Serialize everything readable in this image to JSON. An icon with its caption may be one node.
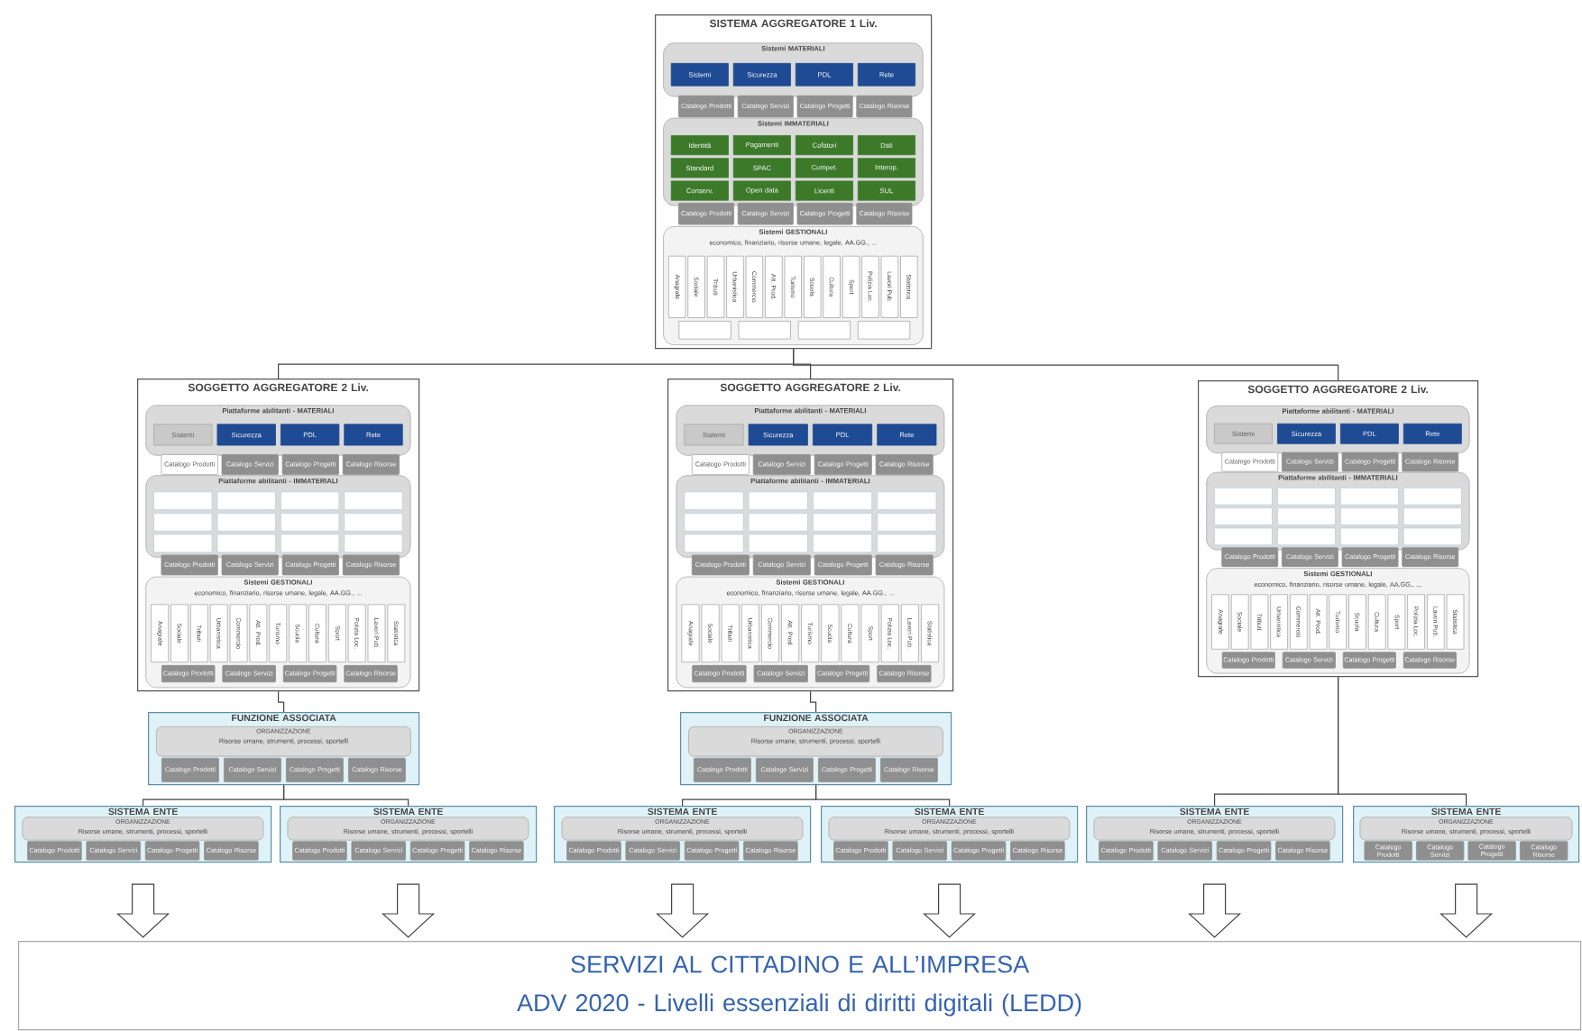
{
  "diagram": {
    "nodes": [
      {
        "text": [
          "SISTEMA AGGREGATORE 1 Liv."
        ]
      },
      {
        "text": [
          "Sistemi MATERIALI"
        ],
        "in": 0
      },
      {
        "text": [
          "Sistemi"
        ],
        "in": 1
      },
      {
        "text": [
          "Sicurezza"
        ],
        "in": 1
      },
      {
        "text": [
          "PDL"
        ],
        "in": 1
      },
      {
        "text": [
          "Rete"
        ],
        "in": 1
      },
      {
        "text": [
          "Catalogo Prodotti"
        ],
        "in": 0
      },
      {
        "text": [
          "Catalogo Servizi"
        ],
        "in": 0
      },
      {
        "text": [
          "Catalogo Progetti"
        ],
        "in": 0
      },
      {
        "text": [
          "Catalogo Risorse"
        ],
        "in": 0
      },
      {
        "text": [
          "Sistemi IMMATERIALI"
        ],
        "in": 0
      },
      {
        "text": [
          "Identità"
        ],
        "in": 10
      },
      {
        "text": [
          "Pagamenti"
        ],
        "in": 10
      },
      {
        "text": [
          "Cofatori"
        ],
        "in": 10
      },
      {
        "text": [
          "Dati"
        ],
        "in": 10
      },
      {
        "text": [
          "Standard"
        ],
        "in": 10
      },
      {
        "text": [
          "SPAC"
        ],
        "in": 10
      },
      {
        "text": [
          "Compet."
        ],
        "in": 10
      },
      {
        "text": [
          "Interop."
        ],
        "in": 10
      },
      {
        "text": [
          "Conserv."
        ],
        "in": 10
      },
      {
        "text": [
          "Open data"
        ],
        "in": 10
      },
      {
        "text": [
          "Licenti"
        ],
        "in": 10
      },
      {
        "text": [
          "SUL"
        ],
        "in": 10
      },
      {
        "text": [
          "Catalogo Prodotti"
        ],
        "in": 0
      },
      {
        "text": [
          "Catalogo Servizi"
        ],
        "in": 0
      },
      {
        "text": [
          "Catalogo Progetti"
        ],
        "in": 0
      },
      {
        "text": [
          "Catalogo Risorse"
        ],
        "in": 0
      },
      {
        "text": [
          "Sistemi GESTIONALI",
          "economico, finanziario, risorse umane, legale, AA.GG., ..."
        ],
        "in": 0
      },
      {
        "text": [
          "Anagrafe"
        ],
        "in": 27
      },
      {
        "text": [
          "Sociale"
        ],
        "in": 27
      },
      {
        "text": [
          "Tributi"
        ],
        "in": 27
      },
      {
        "text": [
          "Urbanistica"
        ],
        "in": 27
      },
      {
        "text": [
          "Commercio"
        ],
        "in": 27
      },
      {
        "text": [
          "Att. Prod."
        ],
        "in": 27
      },
      {
        "text": [
          "Turismo"
        ],
        "in": 27
      },
      {
        "text": [
          "Scuola"
        ],
        "in": 27
      },
      {
        "text": [
          "Cultura"
        ],
        "in": 27
      },
      {
        "text": [
          "Sport"
        ],
        "in": 27
      },
      {
        "text": [
          "Polizia Loc."
        ],
        "in": 27
      },
      {
        "text": [
          "Lavori Pub."
        ],
        "in": 27
      },
      {
        "text": [
          "Statistica"
        ],
        "in": 27
      },
      {
        "text": [],
        "shape": "box",
        "in": 27
      },
      {
        "text": [],
        "shape": "box",
        "in": 27
      },
      {
        "text": [],
        "shape": "box",
        "in": 27
      },
      {
        "text": [],
        "shape": "box",
        "in": 27
      },
      {
        "text": [
          "SOGGETTO AGGREGATORE 2 Liv."
        ]
      },
      {
        "text": [
          "Piattaforme abilitanti - MATERIALI"
        ],
        "in": 45
      },
      {
        "text": [
          "Sistemi"
        ],
        "in": 46
      },
      {
        "text": [
          "Sicurezza"
        ],
        "in": 46
      },
      {
        "text": [
          "PDL"
        ],
        "in": 46
      },
      {
        "text": [
          "Rete"
        ],
        "in": 46
      },
      {
        "text": [
          "Catalogo Prodotti"
        ],
        "in": 45
      },
      {
        "text": [
          "Catalogo Servizi"
        ],
        "in": 45
      },
      {
        "text": [
          "Catalogo Progetti"
        ],
        "in": 45
      },
      {
        "text": [
          "Catalogo Risorse"
        ],
        "in": 45
      },
      {
        "text": [
          "Piattaforme abilitanti - IMMATERIALI"
        ],
        "in": 45
      },
      {
        "text": [],
        "shape": "box",
        "in": 55
      },
      {
        "text": [],
        "shape": "box",
        "in": 55
      },
      {
        "text": [],
        "shape": "box",
        "in": 55
      },
      {
        "text": [],
        "shape": "box",
        "in": 55
      },
      {
        "text": [],
        "shape": "box",
        "in": 55
      },
      {
        "text": [],
        "shape": "box",
        "in": 55
      },
      {
        "text": [],
        "shape": "box",
        "in": 55
      },
      {
        "text": [],
        "shape": "box",
        "in": 55
      },
      {
        "text": [],
        "shape": "box",
        "in": 55
      },
      {
        "text": [],
        "shape": "box",
        "in": 55
      },
      {
        "text": [],
        "shape": "box",
        "in": 55
      },
      {
        "text": [],
        "shape": "box",
        "in": 55
      },
      {
        "text": [
          "Catalogo Prodotti"
        ],
        "in": 45
      },
      {
        "text": [
          "Catalogo Servizi"
        ],
        "in": 45
      },
      {
        "text": [
          "Catalogo Progetti"
        ],
        "in": 45
      },
      {
        "text": [
          "Catalogo Risorse"
        ],
        "in": 45
      },
      {
        "text": [
          "Sistemi GESTIONALI",
          "economico, finanziario, risorse umane, legale, AA.GG., ..."
        ],
        "in": 45
      },
      {
        "text": [
          "Anagrafe"
        ],
        "in": 72
      },
      {
        "text": [
          "Sociale"
        ],
        "in": 72
      },
      {
        "text": [
          "Tributi"
        ],
        "in": 72
      },
      {
        "text": [
          "Urbanistica"
        ],
        "in": 72
      },
      {
        "text": [
          "Commercio"
        ],
        "in": 72
      },
      {
        "text": [
          "Att. Prod."
        ],
        "in": 72
      },
      {
        "text": [
          "Turismo"
        ],
        "in": 72
      },
      {
        "text": [
          "Scuola"
        ],
        "in": 72
      },
      {
        "text": [
          "Cultura"
        ],
        "in": 72
      },
      {
        "text": [
          "Sport"
        ],
        "in": 72
      },
      {
        "text": [
          "Polizia Loc."
        ],
        "in": 72
      },
      {
        "text": [
          "Lavori Pub."
        ],
        "in": 72
      },
      {
        "text": [
          "Statistica"
        ],
        "in": 72
      },
      {
        "text": [
          "Catalogo Prodotti"
        ],
        "in": 72
      },
      {
        "text": [
          "Catalogo Servizi"
        ],
        "in": 72
      },
      {
        "text": [
          "Catalogo Progetti"
        ],
        "in": 72
      },
      {
        "text": [
          "Catalogo Risorse"
        ],
        "in": 72
      },
      {
        "text": [
          "SOGGETTO AGGREGATORE 2 Liv."
        ]
      },
      {
        "text": [
          "Piattaforme abilitanti - MATERIALI"
        ],
        "in": 90
      },
      {
        "text": [
          "Sistemi"
        ],
        "in": 91
      },
      {
        "text": [
          "Sicurezza"
        ],
        "in": 91
      },
      {
        "text": [
          "PDL"
        ],
        "in": 91
      },
      {
        "text": [
          "Rete"
        ],
        "in": 91
      },
      {
        "text": [
          "Catalogo Prodotti"
        ],
        "in": 90
      },
      {
        "text": [
          "Catalogo Servizi"
        ],
        "in": 90
      },
      {
        "text": [
          "Catalogo Progetti"
        ],
        "in": 90
      },
      {
        "text": [
          "Catalogo Risorse"
        ],
        "in": 90
      },
      {
        "text": [
          "Piattaforme abilitanti - IMMATERIALI"
        ],
        "in": 90
      },
      {
        "text": [],
        "shape": "box",
        "in": 100
      },
      {
        "text": [],
        "shape": "box",
        "in": 100
      },
      {
        "text": [],
        "shape": "box",
        "in": 100
      },
      {
        "text": [],
        "shape": "box",
        "in": 100
      },
      {
        "text": [],
        "shape": "box",
        "in": 100
      },
      {
        "text": [],
        "shape": "box",
        "in": 100
      },
      {
        "text": [],
        "shape": "box",
        "in": 100
      },
      {
        "text": [],
        "shape": "box",
        "in": 100
      },
      {
        "text": [],
        "shape": "box",
        "in": 100
      },
      {
        "text": [],
        "shape": "box",
        "in": 100
      },
      {
        "text": [],
        "shape": "box",
        "in": 100
      },
      {
        "text": [],
        "shape": "box",
        "in": 100
      },
      {
        "text": [
          "Catalogo Prodotti"
        ],
        "in": 90
      },
      {
        "text": [
          "Catalogo Servizi"
        ],
        "in": 90
      },
      {
        "text": [
          "Catalogo Progetti"
        ],
        "in": 90
      },
      {
        "text": [
          "Catalogo Risorse"
        ],
        "in": 90
      },
      {
        "text": [
          "Sistemi GESTIONALI",
          "economico, finanziario, risorse umane, legale, AA.GG., ..."
        ],
        "in": 90
      },
      {
        "text": [
          "Anagrafe"
        ],
        "in": 117
      },
      {
        "text": [
          "Sociale"
        ],
        "in": 117
      },
      {
        "text": [
          "Tributi"
        ],
        "in": 117
      },
      {
        "text": [
          "Urbanistica"
        ],
        "in": 117
      },
      {
        "text": [
          "Commercio"
        ],
        "in": 117
      },
      {
        "text": [
          "Att. Prod."
        ],
        "in": 117
      },
      {
        "text": [
          "Turismo"
        ],
        "in": 117
      },
      {
        "text": [
          "Scuola"
        ],
        "in": 117
      },
      {
        "text": [
          "Cultura"
        ],
        "in": 117
      },
      {
        "text": [
          "Sport"
        ],
        "in": 117
      },
      {
        "text": [
          "Polizia Loc."
        ],
        "in": 117
      },
      {
        "text": [
          "Lavori Pub."
        ],
        "in": 117
      },
      {
        "text": [
          "Statistica"
        ],
        "in": 117
      },
      {
        "text": [
          "Catalogo Prodotti"
        ],
        "in": 117
      },
      {
        "text": [
          "Catalogo Servizi"
        ],
        "in": 117
      },
      {
        "text": [
          "Catalogo Progetti"
        ],
        "in": 117
      },
      {
        "text": [
          "Catalogo Risorse"
        ],
        "in": 117
      },
      {
        "text": [
          "SOGGETTO AGGREGATORE 2 Liv."
        ]
      },
      {
        "text": [
          "Piattaforme abilitanti - MATERIALI"
        ],
        "in": 135
      },
      {
        "text": [
          "Sistemi"
        ],
        "in": 136
      },
      {
        "text": [
          "Sicurezza"
        ],
        "in": 136
      },
      {
        "text": [
          "PDL"
        ],
        "in": 136
      },
      {
        "text": [
          "Rete"
        ],
        "in": 136
      },
      {
        "text": [
          "Catalogo Prodotti"
        ],
        "in": 135
      },
      {
        "text": [
          "Catalogo Servizi"
        ],
        "in": 135
      },
      {
        "text": [
          "Catalogo Progetti"
        ],
        "in": 135
      },
      {
        "text": [
          "Catalogo Risorse"
        ],
        "in": 135
      },
      {
        "text": [
          "Piattaforme abilitanti - IMMATERIALI"
        ],
        "in": 135
      },
      {
        "text": [],
        "shape": "box",
        "in": 145
      },
      {
        "text": [],
        "shape": "box",
        "in": 145
      },
      {
        "text": [],
        "shape": "box",
        "in": 145
      },
      {
        "text": [],
        "shape": "box",
        "in": 145
      },
      {
        "text": [],
        "shape": "box",
        "in": 145
      },
      {
        "text": [],
        "shape": "box",
        "in": 145
      },
      {
        "text": [],
        "shape": "box",
        "in": 145
      },
      {
        "text": [],
        "shape": "box",
        "in": 145
      },
      {
        "text": [],
        "shape": "box",
        "in": 145
      },
      {
        "text": [],
        "shape": "box",
        "in": 145
      },
      {
        "text": [],
        "shape": "box",
        "in": 145
      },
      {
        "text": [],
        "shape": "box",
        "in": 145
      },
      {
        "text": [
          "Catalogo Prodotti"
        ],
        "in": 135
      },
      {
        "text": [
          "Catalogo Servizi"
        ],
        "in": 135
      },
      {
        "text": [
          "Catalogo Progetti"
        ],
        "in": 135
      },
      {
        "text": [
          "Catalogo Risorse"
        ],
        "in": 135
      },
      {
        "text": [
          "Sistemi GESTIONALI",
          "economico, finanziario, risorse umane, legale, AA.GG., ..."
        ],
        "in": 135
      },
      {
        "text": [
          "Anagrafe"
        ],
        "in": 162
      },
      {
        "text": [
          "Sociale"
        ],
        "in": 162
      },
      {
        "text": [
          "Tributi"
        ],
        "in": 162
      },
      {
        "text": [
          "Urbanistica"
        ],
        "in": 162
      },
      {
        "text": [
          "Commercio"
        ],
        "in": 162
      },
      {
        "text": [
          "Att. Prod."
        ],
        "in": 162
      },
      {
        "text": [
          "Turismo"
        ],
        "in": 162
      },
      {
        "text": [
          "Scuola"
        ],
        "in": 162
      },
      {
        "text": [
          "Cultura"
        ],
        "in": 162
      },
      {
        "text": [
          "Sport"
        ],
        "in": 162
      },
      {
        "text": [
          "Polizia Loc."
        ],
        "in": 162
      },
      {
        "text": [
          "Lavori Pub."
        ],
        "in": 162
      },
      {
        "text": [
          "Statistica"
        ],
        "in": 162
      },
      {
        "text": [
          "Catalogo Prodotti"
        ],
        "in": 162
      },
      {
        "text": [
          "Catalogo Servizi"
        ],
        "in": 162
      },
      {
        "text": [
          "Catalogo Progetti"
        ],
        "in": 162
      },
      {
        "text": [
          "Catalogo Risorse"
        ],
        "in": 162
      },
      {
        "text": [
          "FUNZIONE ASSOCIATA"
        ]
      },
      {
        "text": [
          "ORGANIZZAZIONE",
          "Risorse umane, strumenti, processi, sportelli"
        ],
        "in": 180
      },
      {
        "text": [
          "Catalogo Prodotti"
        ],
        "in": 180
      },
      {
        "text": [
          "Catalogo Servizi"
        ],
        "in": 180
      },
      {
        "text": [
          "Catalogo Progetti"
        ],
        "in": 180
      },
      {
        "text": [
          "Catalogo Risorse"
        ],
        "in": 180
      },
      {
        "text": [
          "FUNZIONE ASSOCIATA"
        ]
      },
      {
        "text": [
          "ORGANIZZAZIONE",
          "Risorse umane, strumenti, processi, sportelli"
        ],
        "in": 186
      },
      {
        "text": [
          "Catalogo Prodotti"
        ],
        "in": 186
      },
      {
        "text": [
          "Catalogo Servizi"
        ],
        "in": 186
      },
      {
        "text": [
          "Catalogo Progetti"
        ],
        "in": 186
      },
      {
        "text": [
          "Catalogo Risorse"
        ],
        "in": 186
      },
      {
        "text": [
          "SISTEMA ENTE"
        ]
      },
      {
        "text": [
          "ORGANIZZAZIONE",
          "Risorse umane, strumenti, processi, sportelli"
        ],
        "in": 192
      },
      {
        "text": [
          "Catalogo Prodotti"
        ],
        "in": 192
      },
      {
        "text": [
          "Catalogo Servizi"
        ],
        "in": 192
      },
      {
        "text": [
          "Catalogo Progetti"
        ],
        "in": 192
      },
      {
        "text": [
          "Catalogo Risorse"
        ],
        "in": 192
      },
      {
        "text": [
          "SISTEMA ENTE"
        ]
      },
      {
        "text": [
          "ORGANIZZAZIONE",
          "Risorse umane, strumenti, processi, sportelli"
        ],
        "in": 198
      },
      {
        "text": [
          "Catalogo Prodotti"
        ],
        "in": 198
      },
      {
        "text": [
          "Catalogo Servizi"
        ],
        "in": 198
      },
      {
        "text": [
          "Catalogo Progetti"
        ],
        "in": 198
      },
      {
        "text": [
          "Catalogo Risorse"
        ],
        "in": 198
      },
      {
        "text": [
          "SISTEMA ENTE"
        ]
      },
      {
        "text": [
          "ORGANIZZAZIONE",
          "Risorse umane, strumenti, processi, sportelli"
        ],
        "in": 204
      },
      {
        "text": [
          "Catalogo Prodotti"
        ],
        "in": 204
      },
      {
        "text": [
          "Catalogo Servizi"
        ],
        "in": 204
      },
      {
        "text": [
          "Catalogo Progetti"
        ],
        "in": 204
      },
      {
        "text": [
          "Catalogo Risorse"
        ],
        "in": 204
      },
      {
        "text": [
          "SISTEMA ENTE"
        ]
      },
      {
        "text": [
          "ORGANIZZAZIONE",
          "Risorse umane, strumenti, processi, sportelli"
        ],
        "in": 210
      },
      {
        "text": [
          "Catalogo Prodotti"
        ],
        "in": 210
      },
      {
        "text": [
          "Catalogo Servizi"
        ],
        "in": 210
      },
      {
        "text": [
          "Catalogo Progetti"
        ],
        "in": 210
      },
      {
        "text": [
          "Catalogo Risorse"
        ],
        "in": 210
      },
      {
        "text": [
          "SISTEMA ENTE"
        ]
      },
      {
        "text": [
          "ORGANIZZAZIONE",
          "Risorse umane, strumenti, processi, sportelli"
        ],
        "in": 216
      },
      {
        "text": [
          "Catalogo Prodotti"
        ],
        "in": 216
      },
      {
        "text": [
          "Catalogo Servizi"
        ],
        "in": 216
      },
      {
        "text": [
          "Catalogo Progetti"
        ],
        "in": 216
      },
      {
        "text": [
          "Catalogo Risorse"
        ],
        "in": 216
      },
      {
        "text": [
          "SISTEMA ENTE"
        ]
      },
      {
        "text": [
          "ORGANIZZAZIONE",
          "Risorse umane, strumenti, processi, sportelli"
        ],
        "in": 222
      },
      {
        "text": [
          "Catalogo Prodotti"
        ],
        "in": 222
      },
      {
        "text": [
          "Catalogo Servizi"
        ],
        "in": 222
      },
      {
        "text": [
          "Catalogo Progetti"
        ],
        "in": 222
      },
      {
        "text": [
          "Catalogo Risorse"
        ],
        "in": 222
      },
      {
        "text": [
          "SERVIZI AL CITTADINO E ALL’IMPRESA",
          "ADV 2020 - Livelli essenziali di diritti digitali (LEDD)"
        ]
      }
    ],
    "edges": [
      {
        "from": 0,
        "to": 45,
        "arrow": "none"
      },
      {
        "from": 0,
        "to": 90,
        "arrow": "none"
      },
      {
        "from": 0,
        "to": 135,
        "arrow": "none"
      },
      {
        "from": 45,
        "to": 180,
        "arrow": "none"
      },
      {
        "from": 90,
        "to": 186,
        "arrow": "none"
      },
      {
        "from": 180,
        "to": 192,
        "arrow": "none"
      },
      {
        "from": 180,
        "to": 198,
        "arrow": "none"
      },
      {
        "from": 186,
        "to": 204,
        "arrow": "none"
      },
      {
        "from": 186,
        "to": 210,
        "arrow": "none"
      },
      {
        "from": 135,
        "to": 216,
        "arrow": "none"
      },
      {
        "from": 135,
        "to": 222,
        "arrow": "none"
      },
      {
        "from": 192,
        "to": 228,
        "arrow": "to"
      },
      {
        "from": 198,
        "to": 228,
        "arrow": "to"
      },
      {
        "from": 204,
        "to": 228,
        "arrow": "to"
      },
      {
        "from": 210,
        "to": 228,
        "arrow": "to"
      },
      {
        "from": 216,
        "to": 228,
        "arrow": "to"
      },
      {
        "from": 222,
        "to": 228,
        "arrow": "to"
      }
    ]
  }
}
